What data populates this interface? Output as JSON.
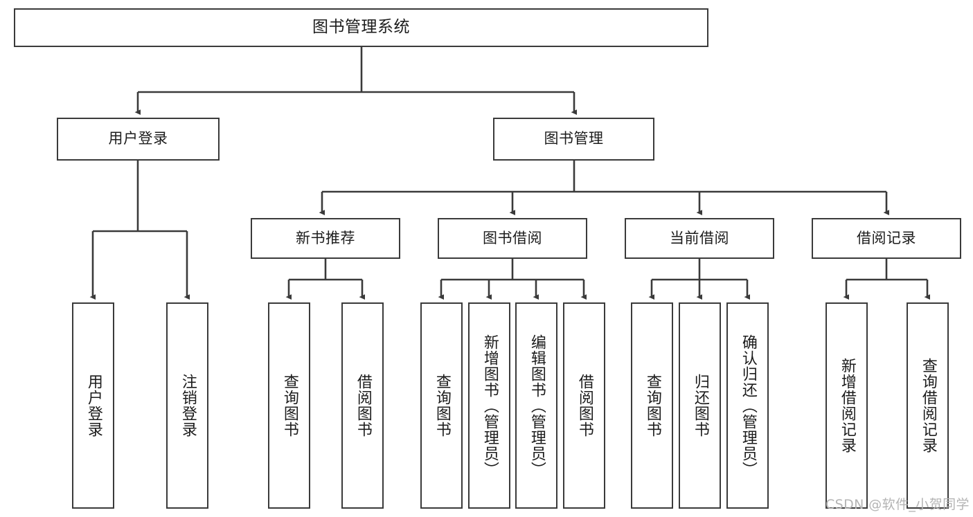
{
  "diagram": {
    "title": "图书管理系统",
    "watermark": "CSDN @软件_小贺同学",
    "colors": {
      "background": "#ffffff",
      "stroke": "#3a3a3a",
      "text": "#1c1c1c",
      "watermark": "#b4b4b4"
    },
    "root": {
      "label": "图书管理系统"
    },
    "level2": [
      {
        "label": "用户登录"
      },
      {
        "label": "图书管理"
      }
    ],
    "level3": [
      {
        "label": "新书推荐"
      },
      {
        "label": "图书借阅"
      },
      {
        "label": "当前借阅"
      },
      {
        "label": "借阅记录"
      }
    ],
    "leaves": [
      {
        "label": "用户登录",
        "parent": "用户登录"
      },
      {
        "label": "注销登录",
        "parent": "用户登录"
      },
      {
        "label": "查询图书",
        "parent": "新书推荐"
      },
      {
        "label": "借阅图书",
        "parent": "新书推荐"
      },
      {
        "label": "查询图书",
        "parent": "图书借阅"
      },
      {
        "label": "新增图书（管理员）",
        "parent": "图书借阅"
      },
      {
        "label": "编辑图书（管理员）",
        "parent": "图书借阅"
      },
      {
        "label": "借阅图书",
        "parent": "图书借阅"
      },
      {
        "label": "查询图书",
        "parent": "当前借阅"
      },
      {
        "label": "归还图书",
        "parent": "当前借阅"
      },
      {
        "label": "确认归还（管理员）",
        "parent": "当前借阅"
      },
      {
        "label": "新增借阅记录",
        "parent": "借阅记录"
      },
      {
        "label": "查询借阅记录",
        "parent": "借阅记录"
      }
    ]
  }
}
